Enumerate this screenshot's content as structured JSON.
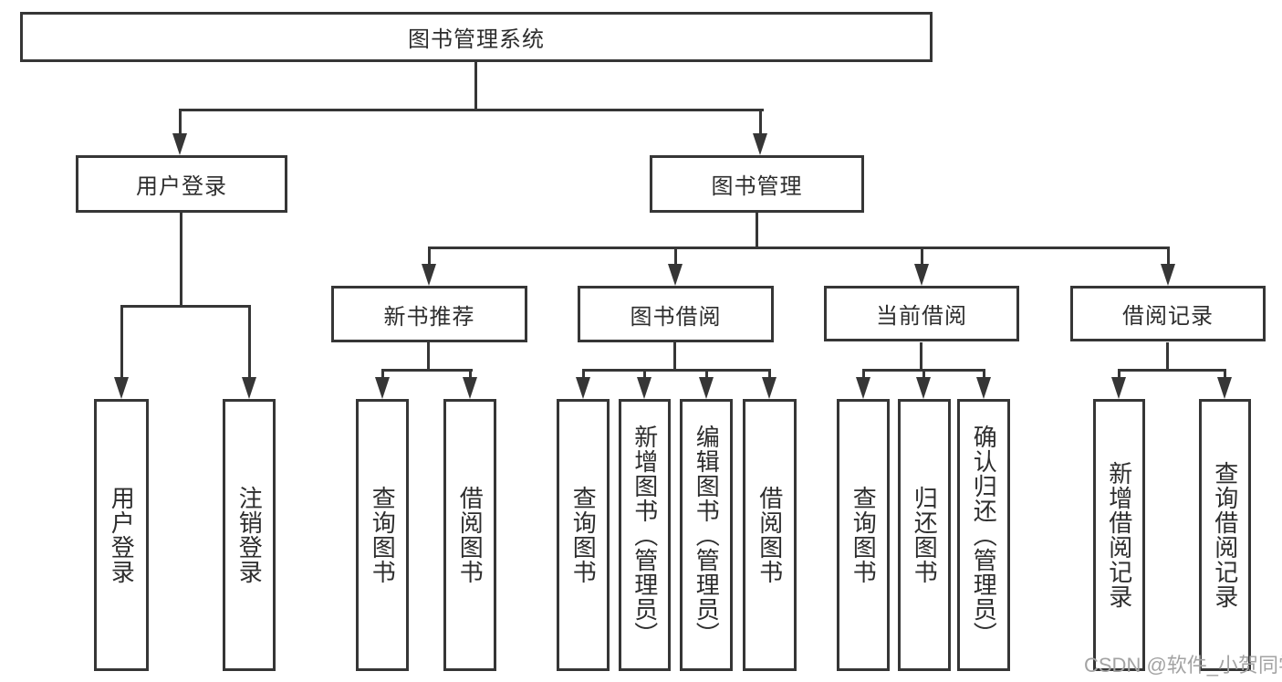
{
  "diagram": {
    "title": "图书管理系统",
    "nodes": {
      "root": "图书管理系统",
      "user_login": "用户登录",
      "book_mgmt": "图书管理",
      "new_book_rec": "新书推荐",
      "book_borrow": "图书借阅",
      "current_borrow": "当前借阅",
      "borrow_record": "借阅记录",
      "leaf_user_login": "用户登录",
      "leaf_logout": "注销登录",
      "leaf_query_book_1": "查询图书",
      "leaf_borrow_book_1": "借阅图书",
      "leaf_query_book_2": "查询图书",
      "leaf_add_book": "新增图书（管理员）",
      "leaf_edit_book": "编辑图书（管理员）",
      "leaf_borrow_book_2": "借阅图书",
      "leaf_query_book_3": "查询图书",
      "leaf_return_book": "归还图书",
      "leaf_confirm_return": "确认归还（管理员）",
      "leaf_add_borrow_record": "新增借阅记录",
      "leaf_query_borrow_record": "查询借阅记录"
    },
    "line_color": "#363636",
    "background_color": "#ffffff"
  },
  "watermark": "CSDN @软件_小贺同学"
}
